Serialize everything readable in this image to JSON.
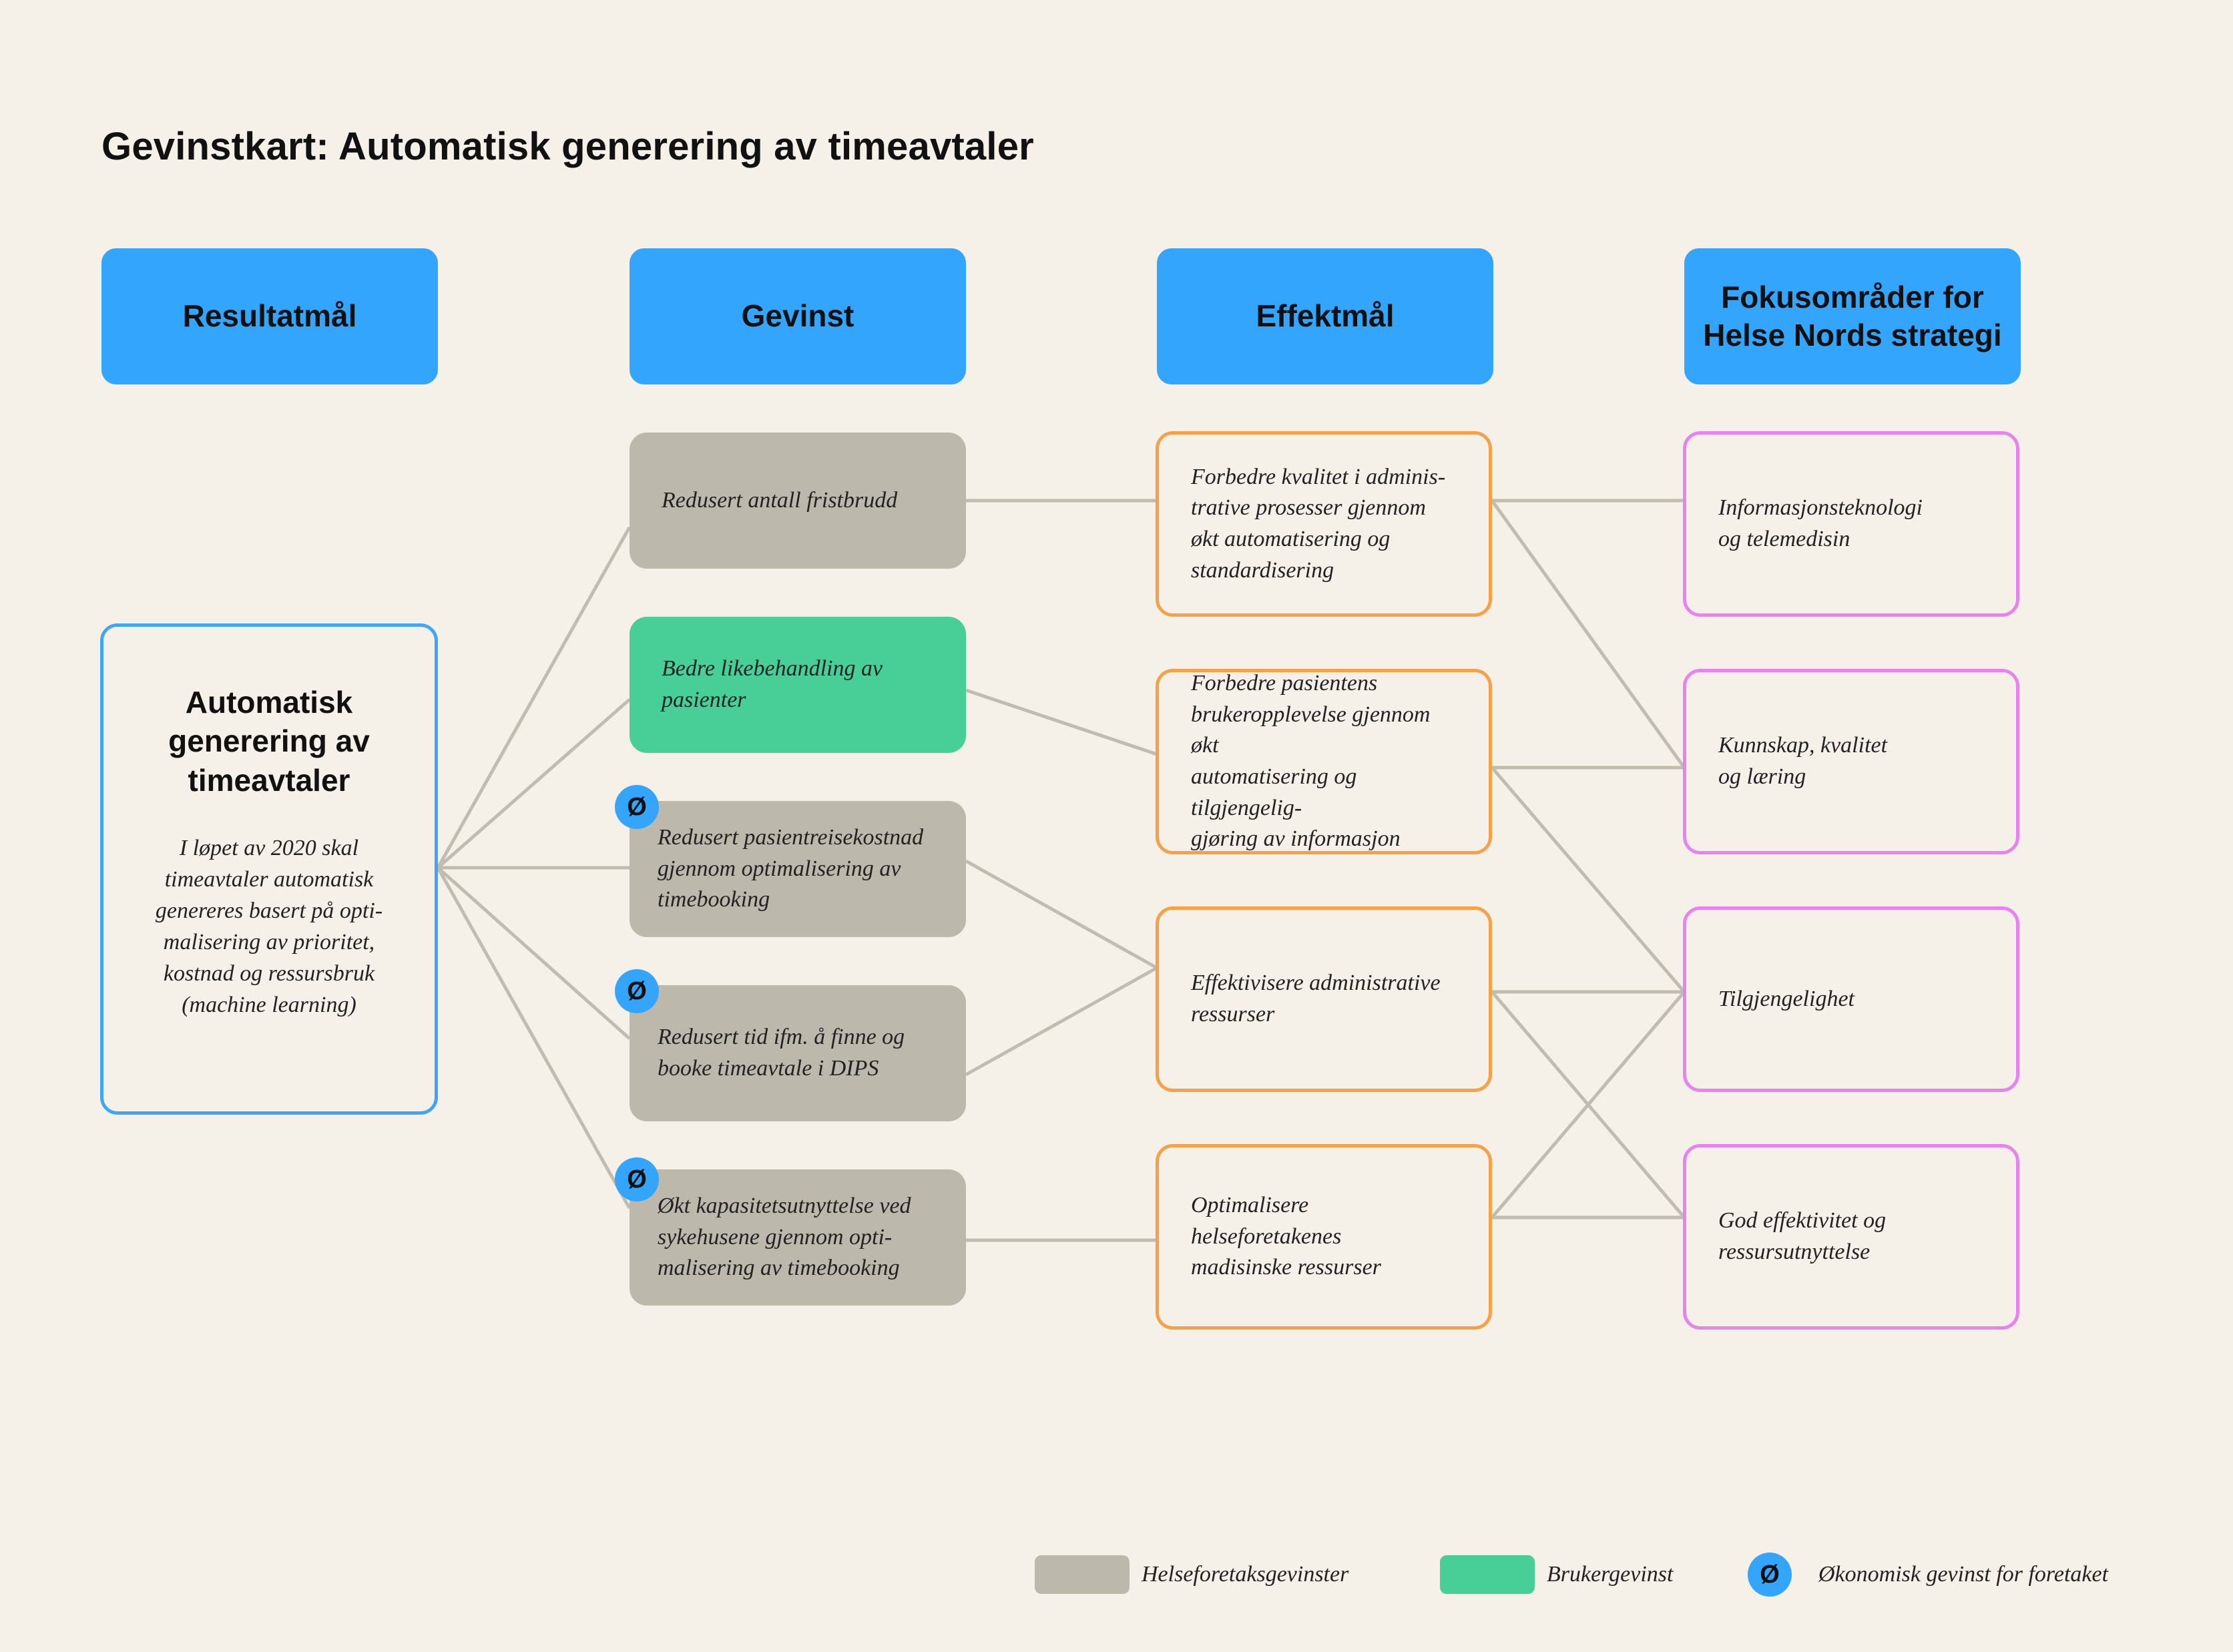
{
  "title": "Gevinstkart: Automatisk generering av timeavtaler",
  "headers": {
    "resultatmal": "Resultatmål",
    "gevinst": "Gevinst",
    "effektmal": "Effektmål",
    "fokus": "Fokusområder for\nHelse Nords strategi"
  },
  "result": {
    "title": "Automatisk\ngenerering av\ntimeavtaler",
    "description": "I løpet av 2020 skal\ntimeavtaler automatisk\ngenereres basert på opti-\nmalisering av prioritet,\nkostnad og ressursbruk\n(machine learning)"
  },
  "gains": [
    {
      "text": "Redusert antall fristbrudd",
      "type": "helseforetak",
      "economic": false
    },
    {
      "text": "Bedre likebehandling av\npasienter",
      "type": "bruker",
      "economic": false
    },
    {
      "text": "Redusert pasientreisekostnad\ngjennom optimalisering av\ntimebooking",
      "type": "helseforetak",
      "economic": true
    },
    {
      "text": "Redusert tid ifm. å finne og\nbooke timeavtale i DIPS",
      "type": "helseforetak",
      "economic": true
    },
    {
      "text": "Økt kapasitetsutnyttelse ved\nsykehusene gjennom opti-\nmalisering av timebooking",
      "type": "helseforetak",
      "economic": true
    }
  ],
  "effects": [
    {
      "text": "Forbedre kvalitet i adminis-\ntrative prosesser gjennom\nøkt automatisering og\nstandardisering"
    },
    {
      "text": "Forbedre pasientens\nbrukeropplevelse gjennom økt\nautomatisering og tilgjengelig-\ngjøring av informasjon"
    },
    {
      "text": "Effektivisere administrative\nressurser"
    },
    {
      "text": "Optimalisere helseforetakenes\nmadisinske ressurser"
    }
  ],
  "focus_areas": [
    {
      "text": "Informasjonsteknologi\nog telemedisin"
    },
    {
      "text": "Kunnskap, kvalitet\nog læring"
    },
    {
      "text": "Tilgjengelighet"
    },
    {
      "text": "God effektivitet og\nressursutnyttelse"
    }
  ],
  "badge_symbol": "Ø",
  "links": {
    "result_to_gains": [
      0,
      1,
      2,
      3,
      4
    ],
    "gain_to_effect": [
      [
        0,
        0
      ],
      [
        1,
        1
      ],
      [
        2,
        2
      ],
      [
        3,
        2
      ],
      [
        4,
        3
      ]
    ],
    "effect_to_focus": [
      [
        0,
        0
      ],
      [
        0,
        1
      ],
      [
        1,
        1
      ],
      [
        1,
        2
      ],
      [
        2,
        2
      ],
      [
        2,
        3
      ],
      [
        3,
        2
      ],
      [
        3,
        3
      ]
    ]
  },
  "legend": {
    "helseforetak": "Helseforetaksgevinster",
    "bruker": "Brukergevinst",
    "okonomisk": "Økonomisk gevinst for foretaket"
  },
  "colors": {
    "background": "#f5f0e8",
    "header": "#34a5fd",
    "helseforetak": "#bcb8ac",
    "bruker": "#48cf98",
    "effect_border": "#f5a149",
    "focus_border": "#e882ee",
    "result_border": "#3ea6f5",
    "connector": "#c1bcb0"
  }
}
